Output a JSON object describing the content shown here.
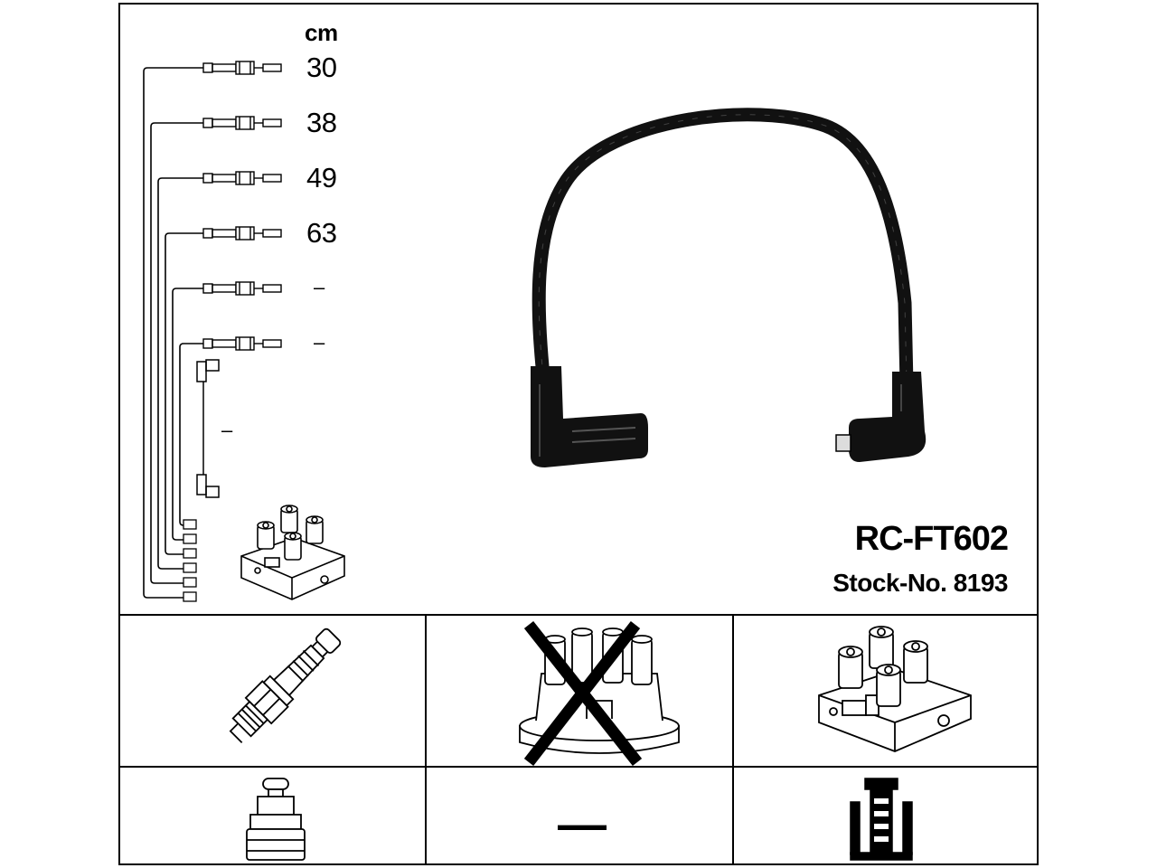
{
  "header": {
    "unit": "cm"
  },
  "lead_lengths": [
    "30",
    "38",
    "49",
    "63",
    "–",
    "–"
  ],
  "coil_lead_length": "–",
  "product": {
    "code": "RC-FT602",
    "stock_no": "Stock-No. 8193"
  },
  "components": {
    "spark_plug": {
      "icon": "spark-plug-icon",
      "applicable": true
    },
    "distributor_cap": {
      "icon": "distributor-cap-icon",
      "applicable": false
    },
    "ignition_coil": {
      "icon": "ignition-coil-icon",
      "applicable": true
    }
  },
  "connectors": {
    "plug_end": {
      "icon": "plug-connector-icon"
    },
    "cap_end": {
      "text": "—"
    },
    "coil_end": {
      "icon": "coil-connector-icon"
    }
  },
  "colors": {
    "ink": "#000000",
    "cable": "#111111",
    "background": "#ffffff"
  }
}
